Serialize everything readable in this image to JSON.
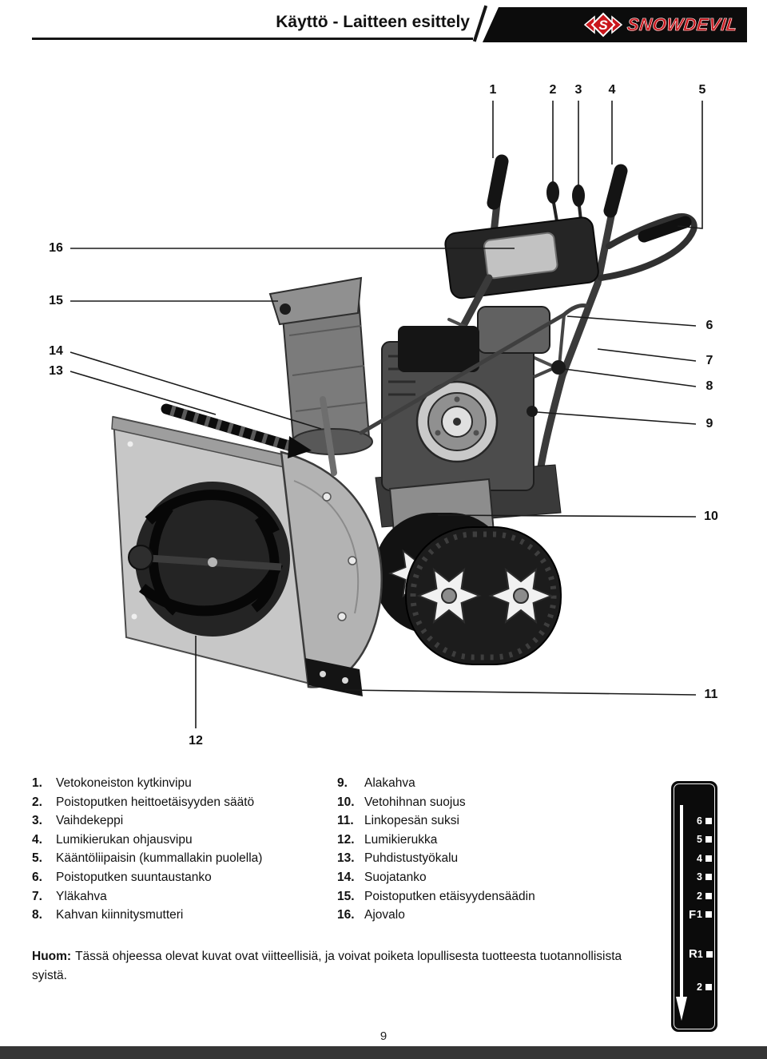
{
  "header": {
    "title": "Käyttö - Laitteen esittely",
    "brand": "SNOWDEVIL",
    "brand_monogram": "S"
  },
  "diagram": {
    "callouts": [
      "1",
      "2",
      "3",
      "4",
      "5",
      "6",
      "7",
      "8",
      "9",
      "10",
      "11",
      "12",
      "13",
      "14",
      "15",
      "16"
    ]
  },
  "legend": {
    "left": [
      {
        "num": "1.",
        "label": "Vetokoneiston kytkinvipu"
      },
      {
        "num": "2.",
        "label": "Poistoputken heittoetäisyyden säätö"
      },
      {
        "num": "3.",
        "label": "Vaihdekeppi"
      },
      {
        "num": "4.",
        "label": "Lumikierukan ohjausvipu"
      },
      {
        "num": "5.",
        "label": "Kääntöliipaisin (kummallakin puolella)"
      },
      {
        "num": "6.",
        "label": "Poistoputken suuntaustanko"
      },
      {
        "num": "7.",
        "label": "Yläkahva"
      },
      {
        "num": "8.",
        "label": "Kahvan kiinnitysmutteri"
      }
    ],
    "right": [
      {
        "num": "9.",
        "label": "Alakahva"
      },
      {
        "num": "10.",
        "label": "Vetohihnan suojus"
      },
      {
        "num": "11.",
        "label": "Linkopesän suksi"
      },
      {
        "num": "12.",
        "label": "Lumikierukka"
      },
      {
        "num": "13.",
        "label": "Puhdistustyökalu"
      },
      {
        "num": "14.",
        "label": "Suojatanko"
      },
      {
        "num": "15.",
        "label": "Poistoputken etäisyydensäädin"
      },
      {
        "num": "16.",
        "label": "Ajovalo"
      }
    ]
  },
  "note": {
    "prefix": "Huom:",
    "body": "Tässä ohjeessa olevat kuvat ovat viitteellisiä, ja voivat poiketa lopullisesta tuotteesta tuotannollisista syistä."
  },
  "gear_panel": {
    "rows": [
      {
        "prefix": "",
        "num": "6"
      },
      {
        "prefix": "",
        "num": "5"
      },
      {
        "prefix": "",
        "num": "4"
      },
      {
        "prefix": "",
        "num": "3"
      },
      {
        "prefix": "",
        "num": "2"
      },
      {
        "prefix": "F",
        "num": "1"
      },
      {
        "prefix": "R",
        "num": "1"
      },
      {
        "prefix": "",
        "num": "2"
      }
    ]
  },
  "footer": {
    "page_number": "9"
  }
}
